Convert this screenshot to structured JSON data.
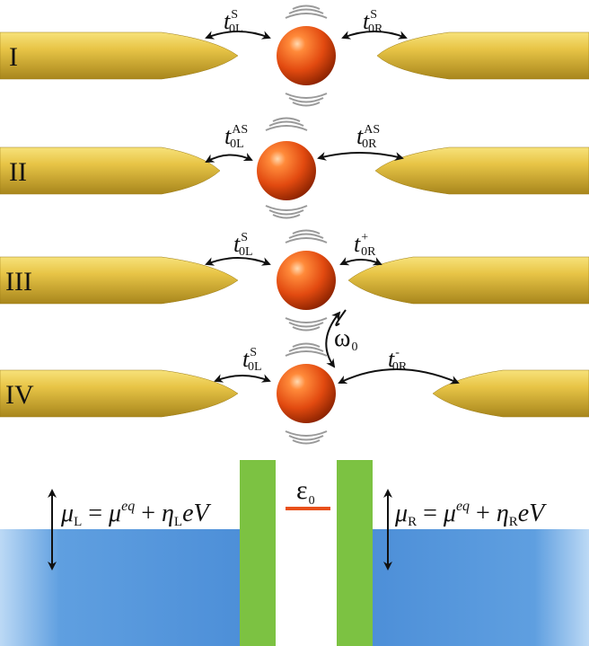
{
  "rows": [
    {
      "roman": "I",
      "left": {
        "t": "t",
        "sup": "S",
        "sub": "0L"
      },
      "right": {
        "t": "t",
        "sup": "S",
        "sub": "0R"
      }
    },
    {
      "roman": "II",
      "left": {
        "t": "t",
        "sup": "AS",
        "sub": "0L"
      },
      "right": {
        "t": "t",
        "sup": "AS",
        "sub": "0R"
      }
    },
    {
      "roman": "III",
      "left": {
        "t": "t",
        "sup": "S",
        "sub": "0L"
      },
      "right": {
        "t": "t",
        "sup": "+",
        "sub": "0R"
      }
    },
    {
      "roman": "IV",
      "left": {
        "t": "t",
        "sup": "S",
        "sub": "0L"
      },
      "right": {
        "t": "t",
        "sup": "-",
        "sub": "0R"
      }
    }
  ],
  "omega": {
    "symbol": "ω",
    "sub": "0"
  },
  "bottom": {
    "left_eq": {
      "mu": "μ",
      "sub": "L",
      "eq": " = ",
      "mu2": "μ",
      "sup": "eq",
      "plus": " + ",
      "eta": "η",
      "etasub": "L",
      "eV": "eV"
    },
    "right_eq": {
      "mu": "μ",
      "sub": "R",
      "eq": " = ",
      "mu2": "μ",
      "sup": "eq",
      "plus": " + ",
      "eta": "η",
      "etasub": "R",
      "eV": "eV"
    },
    "level": {
      "symbol": "ε",
      "sub": "0"
    }
  },
  "colors": {
    "electrode": "#e8c547",
    "dot": "#e8501a",
    "barrier": "#7cc242",
    "reservoir": "#4a90d9",
    "level": "#e8501a"
  }
}
